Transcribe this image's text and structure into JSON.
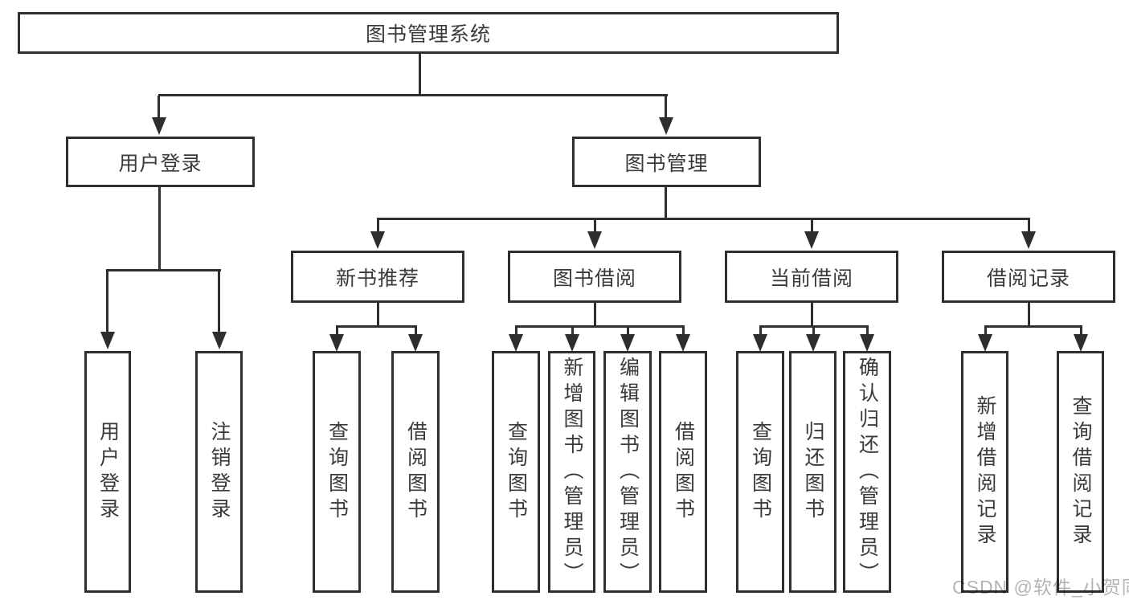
{
  "diagram": {
    "title_box": "图书管理系统",
    "branches": {
      "user_login": {
        "label": "用户登录",
        "children": [
          "用户登录",
          "注销登录"
        ]
      },
      "book_management": {
        "label": "图书管理",
        "children": {
          "new_book_recommend": {
            "label": "新书推荐",
            "children": [
              "查询图书",
              "借阅图书"
            ]
          },
          "book_borrow": {
            "label": "图书借阅",
            "children": [
              "查询图书",
              "新增图书（管理员）",
              "编辑图书（管理员）",
              "借阅图书"
            ]
          },
          "current_borrow": {
            "label": "当前借阅",
            "children": [
              "查询图书",
              "归还图书",
              "确认归还（管理员）"
            ]
          },
          "borrow_record": {
            "label": "借阅记录",
            "children": [
              "新增借阅记录",
              "查询借阅记录"
            ]
          }
        }
      }
    },
    "watermark": "CSDN @软件_小贺同学",
    "colors": {
      "line": "#2e2e2e",
      "text": "#3a3a3a",
      "watermark": "#b4b4b8",
      "background": "#ffffff"
    }
  }
}
